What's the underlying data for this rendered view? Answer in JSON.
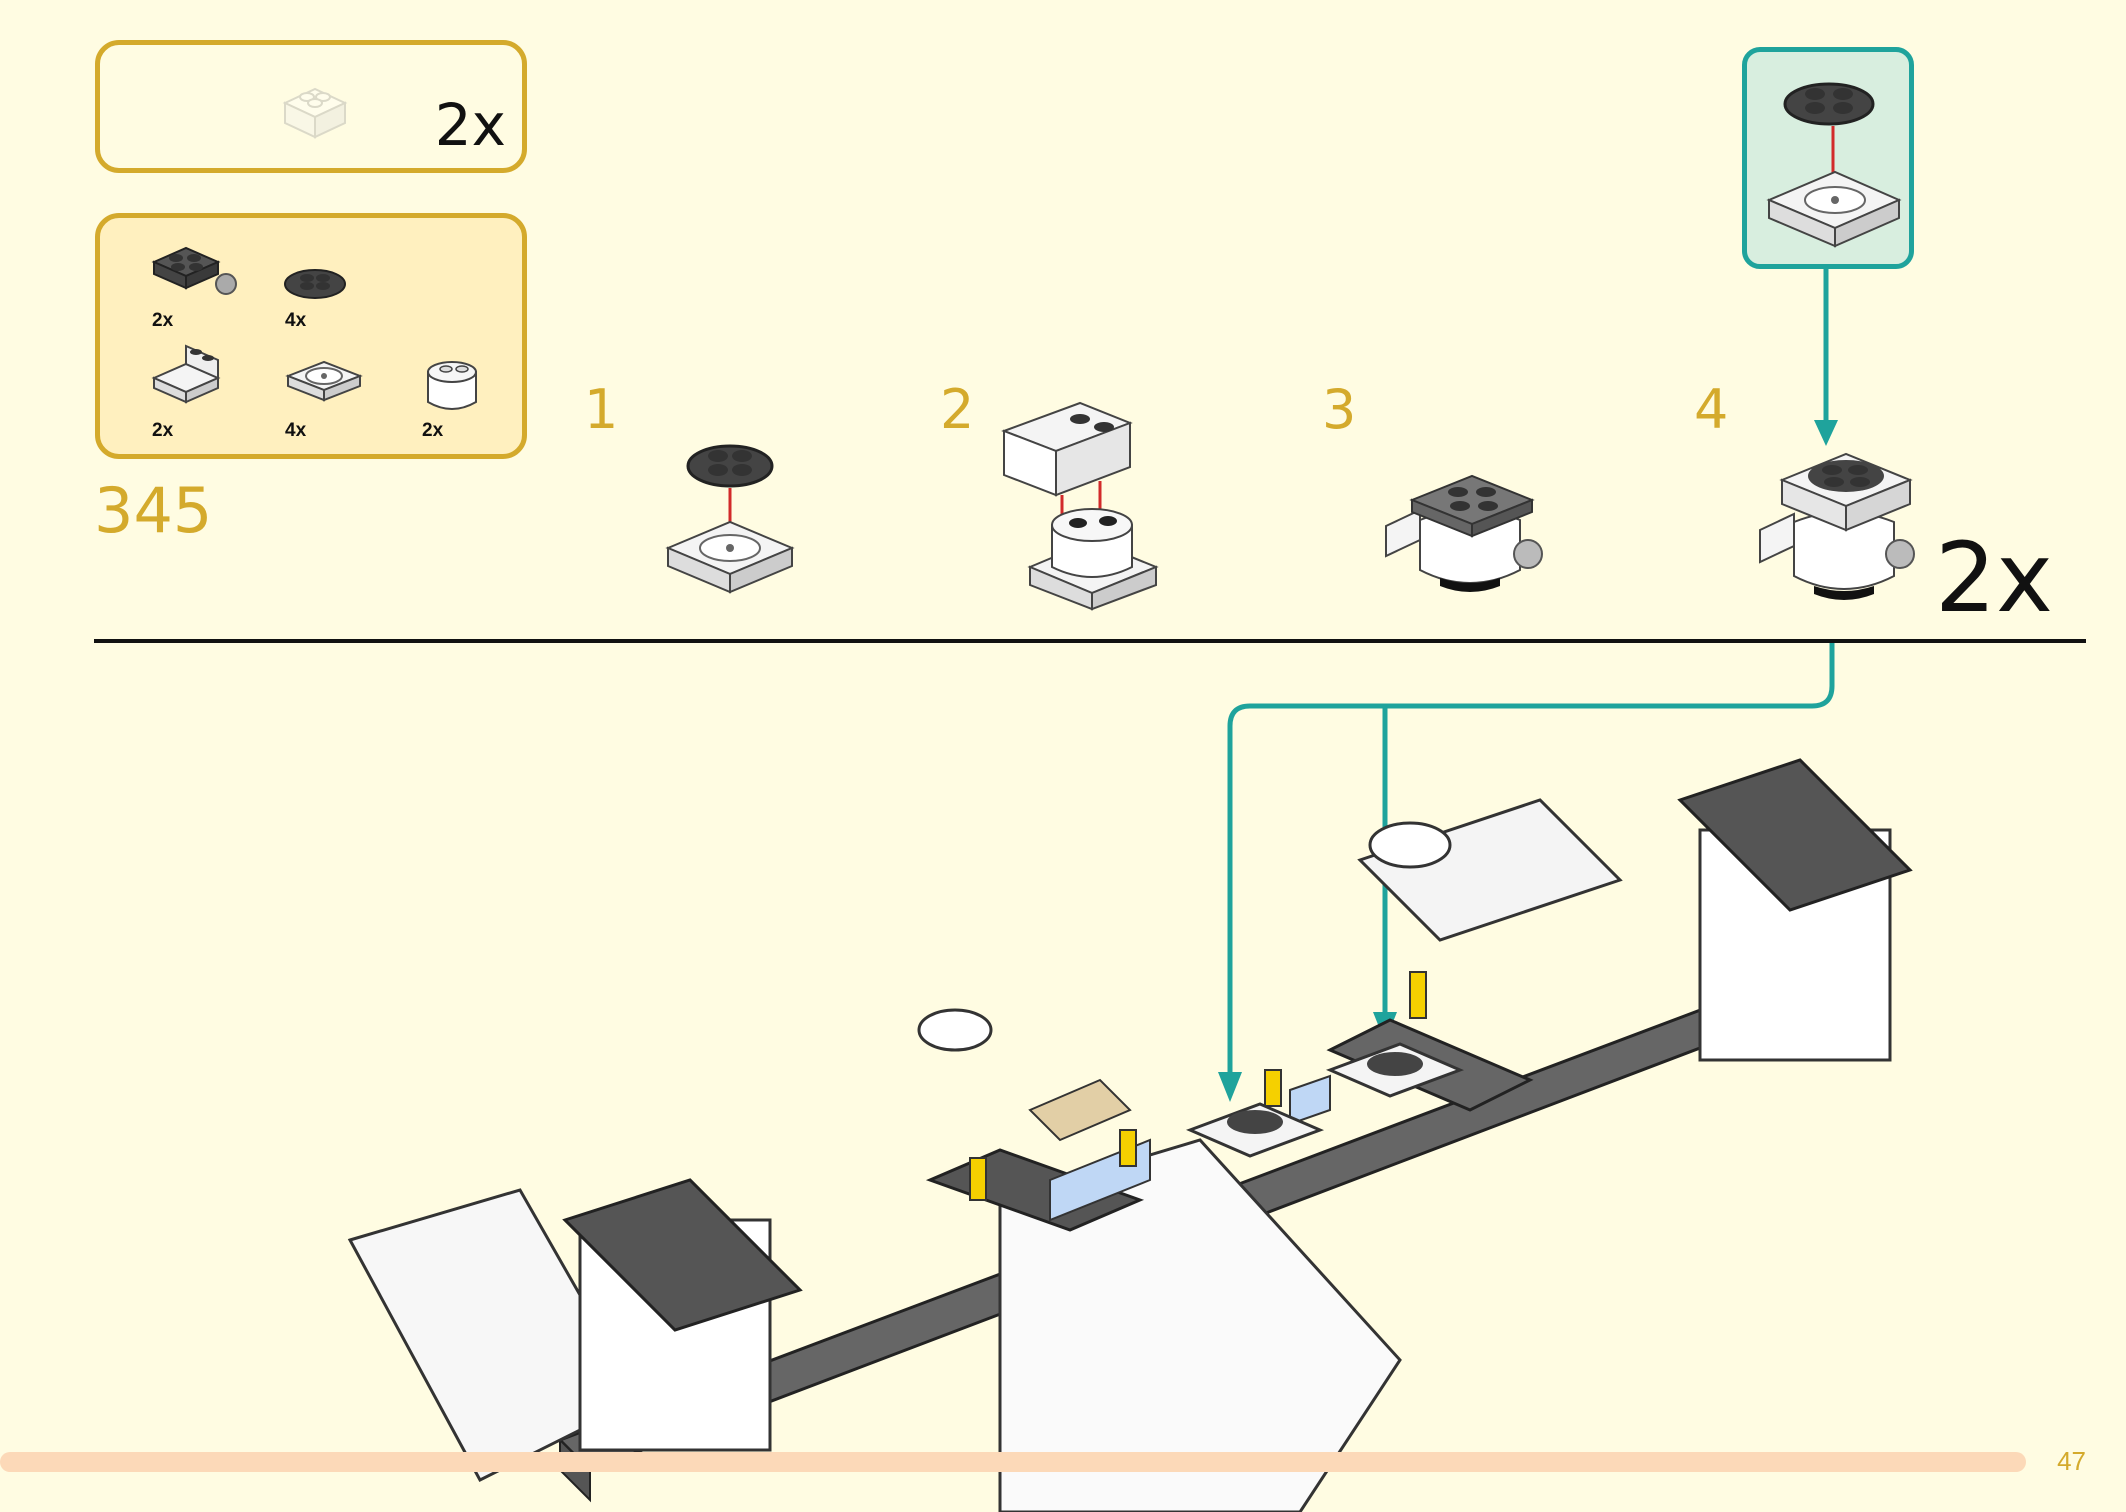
{
  "subassembly": {
    "quantity": "2x"
  },
  "parts_list": {
    "items": [
      {
        "name": "plate-2x2-with-ball-icon",
        "qty": "2x"
      },
      {
        "name": "round-plate-2x2-icon",
        "qty": "4x"
      },
      {
        "name": "slope-brick-icon",
        "qty": "2x"
      },
      {
        "name": "turntable-base-icon",
        "qty": "4x"
      },
      {
        "name": "round-brick-icon",
        "qty": "2x"
      }
    ]
  },
  "step_number": "345",
  "sub_steps": [
    {
      "number": "1"
    },
    {
      "number": "2"
    },
    {
      "number": "3"
    },
    {
      "number": "4"
    }
  ],
  "build_quantity": "2x",
  "page_number": "47",
  "colors": {
    "background": "#FFFCE2",
    "accent_gold": "#D4AA2C",
    "callout_teal": "#1FA39C",
    "callout_bg": "#D8EEDF",
    "parts_bg": "#FFF0BF",
    "arrow_red": "#D22A2A",
    "footer_bar": "#FCD9B8"
  }
}
